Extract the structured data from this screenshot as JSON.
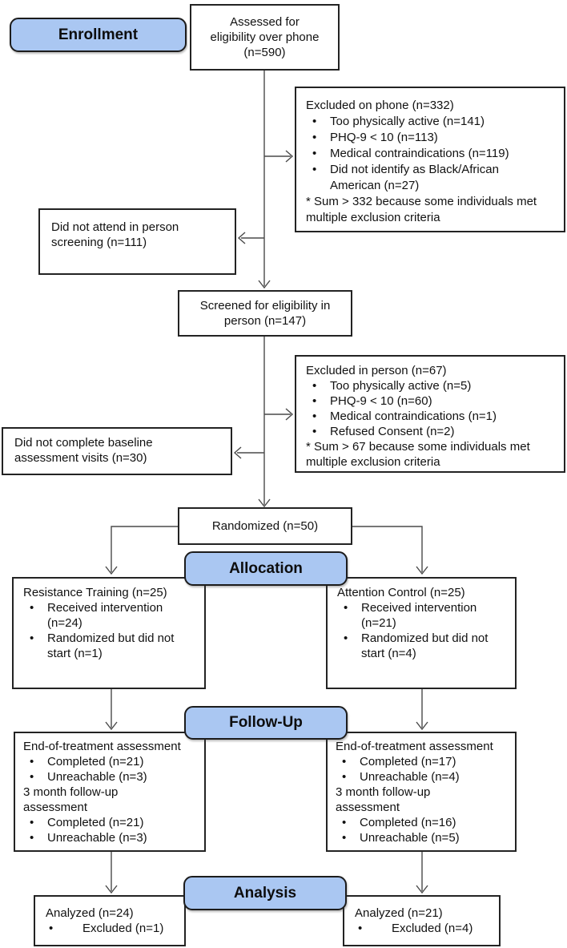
{
  "palette": {
    "stage_fill": "#aac7f2",
    "stage_border": "#1c1c1c",
    "box_border": "#232323",
    "connector": "#4a4a4a",
    "text": "#111111"
  },
  "stages": {
    "enrollment": "Enrollment",
    "allocation": "Allocation",
    "follow_up": "Follow-Up",
    "analysis": "Analysis"
  },
  "boxes": {
    "assessed": {
      "text": "Assessed for\neligibility over phone\n(n=590)"
    },
    "excluded_phone": {
      "title": "Excluded on phone (n=332)",
      "bullets": [
        "Too physically active (n=141)",
        "PHQ-9 < 10 (n=113)",
        "Medical contraindications (n=119)",
        "Did not identify as Black/African\nAmerican (n=27)"
      ],
      "footnote": "* Sum > 332 because some individuals met multiple exclusion criteria"
    },
    "not_attend": {
      "text": "Did not attend in person\nscreening (n=111)"
    },
    "screened": {
      "text": "Screened for eligibility in\nperson (n=147)"
    },
    "excluded_person": {
      "title": "Excluded in person (n=67)",
      "bullets": [
        "Too physically active (n=5)",
        "PHQ-9 < 10 (n=60)",
        "Medical contraindications (n=1)",
        "Refused Consent (n=2)"
      ],
      "footnote": "* Sum > 67 because some individuals met multiple exclusion criteria"
    },
    "no_baseline": {
      "text": "Did not complete baseline\nassessment visits (n=30)"
    },
    "randomized": {
      "text": "Randomized (n=50)"
    },
    "resistance_training": {
      "title": "Resistance Training (n=25)",
      "bullets": [
        "Received intervention\n(n=24)",
        "Randomized but did not\nstart (n=1)"
      ]
    },
    "attention_control": {
      "title": "Attention Control (n=25)",
      "bullets": [
        "Received intervention\n(n=21)",
        "Randomized but did not\nstart (n=4)"
      ]
    },
    "rt_followup": {
      "section1_title": "End-of-treatment assessment",
      "section1_bullets": [
        "Completed (n=21)",
        "Unreachable (n=3)"
      ],
      "section2_title": "3 month follow-up\nassessment",
      "section2_bullets": [
        "Completed (n=21)",
        "Unreachable (n=3)"
      ]
    },
    "ac_followup": {
      "section1_title": "End-of-treatment assessment",
      "section1_bullets": [
        "Completed (n=17)",
        "Unreachable (n=4)"
      ],
      "section2_title": "3 month follow-up\nassessment",
      "section2_bullets": [
        "Completed (n=16)",
        "Unreachable (n=5)"
      ]
    },
    "rt_analysis": {
      "title": "Analyzed (n=24)",
      "bullets": [
        "Excluded (n=1)"
      ]
    },
    "ac_analysis": {
      "title": "Analyzed (n=21)",
      "bullets": [
        "Excluded (n=4)"
      ]
    }
  }
}
